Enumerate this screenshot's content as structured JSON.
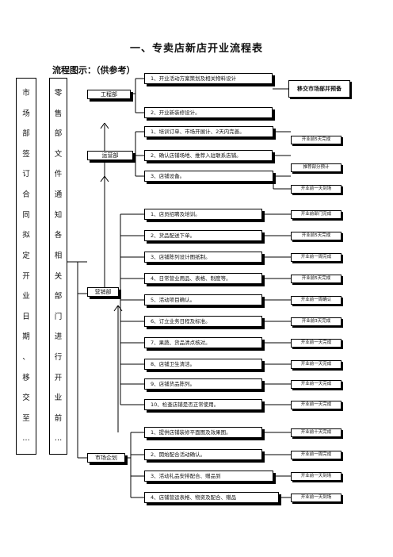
{
  "title": "一、专卖店新店开业流程表",
  "subtitle": "流程图示：（供参考）",
  "left_column": [
    "市",
    "场",
    "部",
    "签",
    "订",
    "合",
    "同",
    "拟",
    "定",
    "开",
    "业",
    "日",
    "期",
    "、",
    "移",
    "交",
    "至",
    "…"
  ],
  "second_column": [
    "零",
    "售",
    "部",
    "文",
    "件",
    "通",
    "知",
    "各",
    "相",
    "关",
    "部",
    "门",
    "进",
    "行",
    "开",
    "业",
    "前",
    "…"
  ],
  "departments": [
    {
      "label": "工程部"
    },
    {
      "label": "运营部"
    },
    {
      "label": "营销部"
    },
    {
      "label": "市场企划"
    }
  ],
  "tasks": [
    {
      "label": "1、开业活动方案策划及相关物料设计",
      "note": "移交市场部并预备"
    },
    {
      "label": "2、开业新装修设计。",
      "note": ""
    },
    {
      "label": "1、培训订单、市场开展计、2天内完善。",
      "note": "开业前5天完成"
    },
    {
      "label": "2、确认店铺场地、推荐入驻联系店铺。",
      "note": "推荐部分预计"
    },
    {
      "label": "3、店铺设备。",
      "note": "开业前一天到场"
    },
    {
      "label": "1、店员招聘及培训。",
      "note": "开业前部门完成"
    },
    {
      "label": "2、货品配送下单。",
      "note": "开业前5天完成"
    },
    {
      "label": "3、店铺陈列设计图纸制。",
      "note": "开业前一周完成"
    },
    {
      "label": "4、日常营业用品、表格、制度等。",
      "note": "开业前5天完成"
    },
    {
      "label": "5、活动项目确认。",
      "note": "开业前一周确认"
    },
    {
      "label": "6、订立业务日程及标准。",
      "note": "开业前3天完成"
    },
    {
      "label": "7、果蔬、货品清点核对。",
      "note": "开业前一天完成"
    },
    {
      "label": "8、店铺卫生清洁。",
      "note": "开业前一天完成"
    },
    {
      "label": "9、店铺货品陈列。",
      "note": "开业前一天完成"
    },
    {
      "label": "10、检查店铺是否正常使用。",
      "note": "开业前一天完成"
    },
    {
      "label": "1、提供店铺装修平面图及效果图。",
      "note": "开业前十天完成"
    },
    {
      "label": "2、開始配合活动确认。",
      "note": "开业前一周完成"
    },
    {
      "label": "3、活动礼品安排配合、赠品到",
      "note": "开业前一天到场"
    },
    {
      "label": "4、店铺营运表格、物资及配合、赠品",
      "note": "开业前一天到场"
    }
  ]
}
